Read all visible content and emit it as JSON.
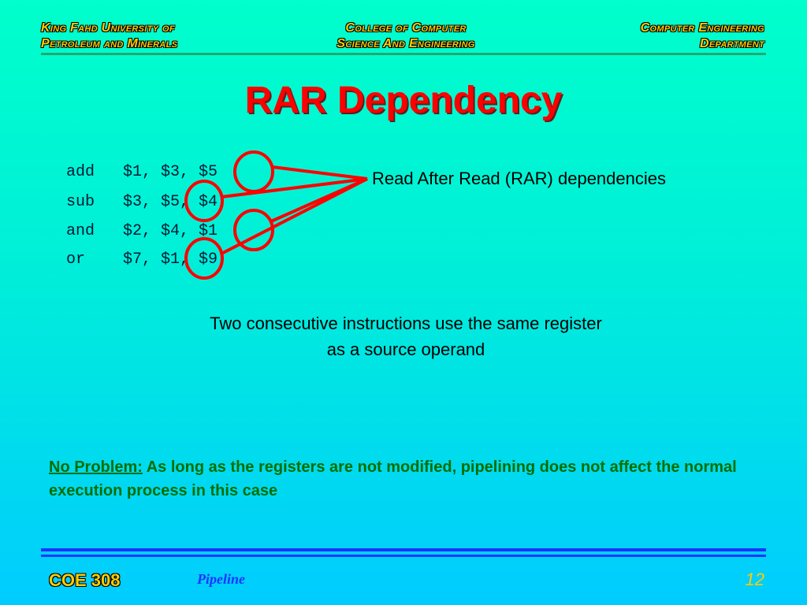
{
  "header": {
    "left": [
      "King Fahd University of",
      "Petroleum and Minerals"
    ],
    "center": [
      "College of Computer",
      "Science And Engineering"
    ],
    "right": [
      "Computer Engineering",
      "Department"
    ]
  },
  "title": "RAR Dependency",
  "code": [
    {
      "op": "add",
      "operands": "$1, $3, $5"
    },
    {
      "op": "sub",
      "operands": "$3, $5, $4"
    },
    {
      "op": "and",
      "operands": "$2, $4, $1"
    },
    {
      "op": "or",
      "operands": "$7, $1, $9"
    }
  ],
  "rar_label": "Read After Read (RAR) dependencies",
  "description": [
    "Two consecutive instructions use the same register",
    "as a source operand"
  ],
  "note": {
    "lead": "No Problem:",
    "text": " As long as the registers are not modified, pipelining does not affect the normal execution process in this case"
  },
  "footer": {
    "course": "COE 308",
    "topic": "Pipeline",
    "page": "12"
  },
  "colors": {
    "title": "#ff0000",
    "header": "#ffcc00",
    "note": "#006f00",
    "circle": "#ff0000",
    "footer_rule": "#1a35ff"
  }
}
